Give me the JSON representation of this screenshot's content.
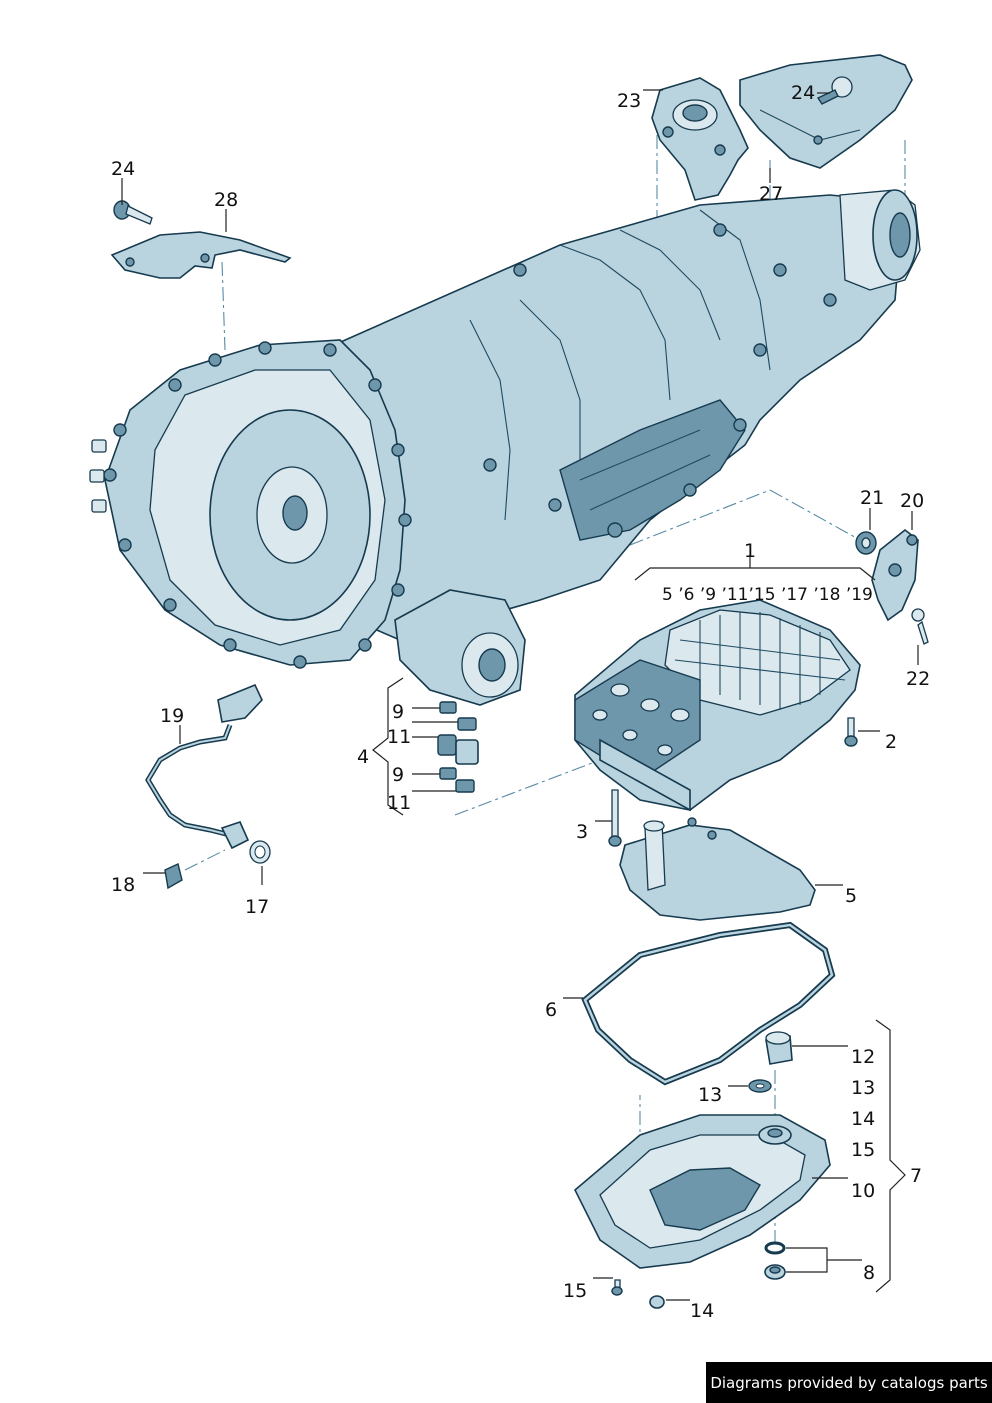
{
  "labels": {
    "l1": "1",
    "l2": "2",
    "l3": "3",
    "l4": "4",
    "l5": "5",
    "l6": "6",
    "l7": "7",
    "l8": "8",
    "l9a": "9",
    "l9b": "9",
    "l10": "10",
    "l11a": "11",
    "l11b": "11",
    "l12": "12",
    "l13a": "13",
    "l13b": "13",
    "l14a": "14",
    "l14b": "14",
    "l15a": "15",
    "l15b": "15",
    "l17": "17",
    "l18": "18",
    "l19": "19",
    "l20": "20",
    "l21": "21",
    "l22": "22",
    "l23": "23",
    "l24a": "24",
    "l24b": "24",
    "l27": "27",
    "l28": "28",
    "group1": "5 ’6 ’9 ’11’15  ’17 ’18 ’19"
  },
  "footer": "Diagrams provided by catalogs parts"
}
